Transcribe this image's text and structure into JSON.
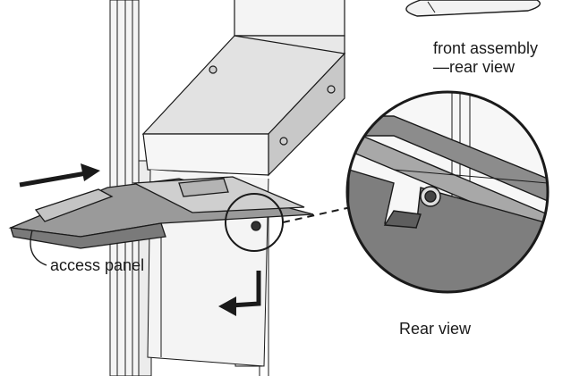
{
  "labels": {
    "front_assembly_line1": "front assembly",
    "front_assembly_line2": "—rear view",
    "access_panel": "access panel",
    "rear_view": "Rear view"
  },
  "colors": {
    "line": "#1a1a1a",
    "metal_light": "#e6e6e6",
    "metal_mid": "#c8c8c8",
    "metal_dark": "#8c8c8c",
    "background": "#ffffff"
  }
}
